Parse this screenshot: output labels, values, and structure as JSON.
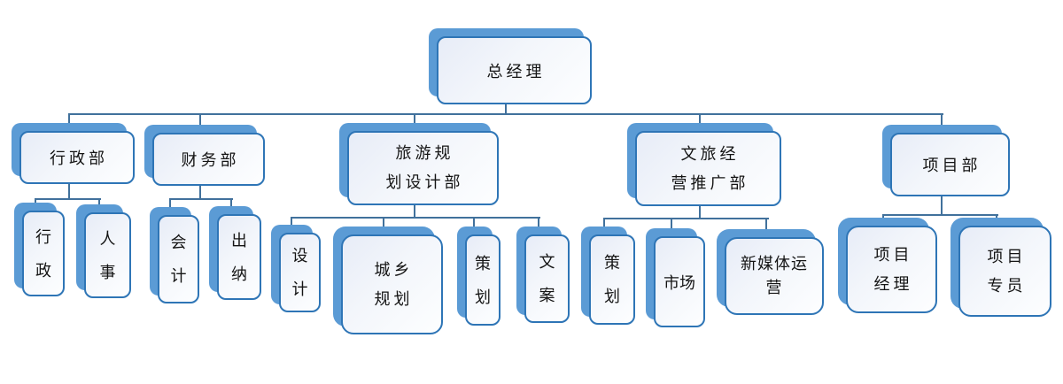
{
  "diagram": {
    "type": "org-chart",
    "colors": {
      "node_shadow": "#5B9BD5",
      "node_border": "#2E75B6",
      "node_fill_start": "#E7ECF7",
      "node_fill_end": "#FDFEFF",
      "connector": "#41719C",
      "text": "#141414",
      "background": "#FFFFFF"
    },
    "org": {
      "root": {
        "label": "总经理",
        "lines": [
          "总经理"
        ]
      },
      "departments": [
        {
          "label": "行政部",
          "lines": [
            "行政部"
          ],
          "children": [
            {
              "label": "行政",
              "lines": [
                "行",
                "政"
              ]
            },
            {
              "label": "人事",
              "lines": [
                "人",
                "事"
              ]
            }
          ]
        },
        {
          "label": "财务部",
          "lines": [
            "财务部"
          ],
          "children": [
            {
              "label": "会计",
              "lines": [
                "会",
                "计"
              ]
            },
            {
              "label": "出纳",
              "lines": [
                "出",
                "纳"
              ]
            }
          ]
        },
        {
          "label": "旅游规划设计部",
          "lines": [
            "旅游规",
            "划设计部"
          ],
          "children": [
            {
              "label": "设计",
              "lines": [
                "设",
                "计"
              ]
            },
            {
              "label": "城乡规划",
              "lines": [
                "城乡",
                "规划"
              ]
            },
            {
              "label": "策划",
              "lines": [
                "策",
                "划"
              ]
            },
            {
              "label": "文案",
              "lines": [
                "文",
                "案"
              ]
            }
          ]
        },
        {
          "label": "文旅经营推广部",
          "lines": [
            "文旅经",
            "营推广部"
          ],
          "children": [
            {
              "label": "策划",
              "lines": [
                "策",
                "划"
              ]
            },
            {
              "label": "市场",
              "lines": [
                "市场"
              ]
            },
            {
              "label": "新媒体运营",
              "lines": [
                "新媒体运",
                "营"
              ]
            }
          ]
        },
        {
          "label": "项目部",
          "lines": [
            "项目部"
          ],
          "children": [
            {
              "label": "项目经理",
              "lines": [
                "项目",
                "经理"
              ]
            },
            {
              "label": "项目专员",
              "lines": [
                "项目",
                "专员"
              ]
            }
          ]
        }
      ]
    }
  }
}
